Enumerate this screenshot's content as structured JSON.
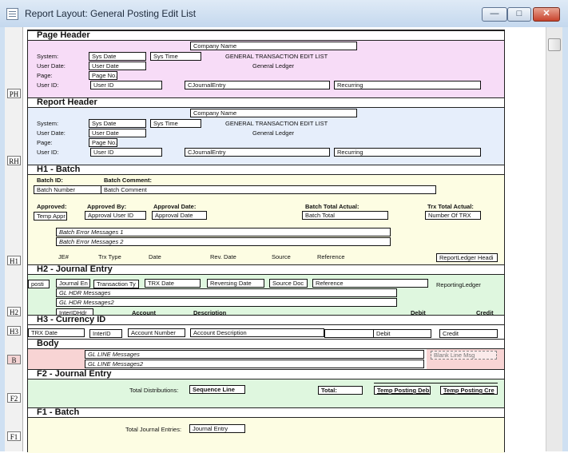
{
  "window": {
    "title": "Report Layout: General Posting Edit List",
    "min_icon": "minimize-icon",
    "max_icon": "maximize-icon",
    "close_icon": "close-icon"
  },
  "band_tags": [
    "PH",
    "RH",
    "H1",
    "H2",
    "H3",
    "B",
    "F2",
    "F1"
  ],
  "page_header": {
    "title": "Page Header",
    "labels": [
      "System:",
      "User Date:",
      "Page:",
      "User ID:"
    ],
    "fields": {
      "company_name": "Company Name",
      "sys_date": "Sys Date",
      "sys_time": "Sys Time",
      "user_date": "User Date",
      "page_no": "Page No.",
      "user_id": "User ID",
      "journal_entry": "CJournalEntry",
      "recurring": "Recurring"
    },
    "report_title": "GENERAL TRANSACTION EDIT LIST",
    "ledger": "General Ledger"
  },
  "report_header": {
    "title": "Report Header",
    "labels": [
      "System:",
      "User Date:",
      "Page:",
      "User ID:"
    ],
    "fields": {
      "company_name": "Company Name",
      "sys_date": "Sys Date",
      "sys_time": "Sys Time",
      "user_date": "User Date",
      "page_no": "Page No.",
      "user_id": "User ID",
      "journal_entry": "CJournalEntry",
      "recurring": "Recurring"
    },
    "report_title": "GENERAL TRANSACTION EDIT LIST",
    "ledger": "General Ledger"
  },
  "h1": {
    "title": "H1 - Batch",
    "batch_id_label": "Batch ID:",
    "batch_comment_label": "Batch Comment:",
    "batch_number": "Batch Number",
    "batch_comment": "Batch Comment",
    "approved_label": "Approved:",
    "approved_by_label": "Approved By:",
    "approval_date_label": "Approval Date:",
    "batch_total_label": "Batch Total Actual:",
    "trx_total_label": "Trx Total Actual:",
    "temp_appr": "Temp Appr",
    "approval_user_id": "Approval User ID",
    "approval_date": "Approval Date",
    "batch_total": "Batch Total",
    "number_of_trx": "Number Of TRX",
    "error1": "Batch Error Messages 1",
    "error2": "Batch Error Messages 2",
    "cols": [
      "JE#",
      "Trx Type",
      "Date",
      "Rev. Date",
      "Source",
      "Reference"
    ],
    "report_ledger": "ReportLedger Headi"
  },
  "h2": {
    "title": "H2 - Journal Entry",
    "posting": "posti",
    "journal_entry": "Journal En",
    "transaction_type": "Transaction Ty",
    "trx_date": "TRX Date",
    "reversing_date": "Reversing Date",
    "source_doc": "Source Doc",
    "reference": "Reference",
    "reporting_ledger": "ReportingLedger",
    "msg1": "GL HDR Messages",
    "msg2": "GL HDR Messages2",
    "interid": "InterIDHdr",
    "cols": [
      "Account",
      "Description",
      "Debit",
      "Credit"
    ]
  },
  "h3": {
    "title": "H3 - Currency ID",
    "trx_date": "TRX Date",
    "interid": "InterID",
    "account_number": "Account Number",
    "account_description": "Account Description",
    "debit": "Debit",
    "credit": "Credit"
  },
  "body": {
    "title": "Body",
    "line1": "GL LINE Messages",
    "line2": "GL LINE Messages2",
    "blank_line": "Blank Line Msg"
  },
  "f2": {
    "title": "F2 - Journal Entry",
    "total_dist_label": "Total Distributions:",
    "sequence_line": "Sequence Line",
    "total_label": "Total:",
    "temp_posting_deb": "Temp Posting Deb",
    "temp_posting_cre": "Temp Posting Cre"
  },
  "f1": {
    "title": "F1 - Batch",
    "total_je_label": "Total Journal Entries:",
    "journal_entry": "Journal Entry"
  },
  "colors": {
    "page_header_bg": "#f7dcf7",
    "report_header_bg": "#e6eefb",
    "h1_bg": "#fdfde3",
    "h2_bg": "#dff7df",
    "h3_bg": "#ffffff",
    "body_bg": "#f8d4d4",
    "f2_bg": "#dff7df",
    "f1_bg": "#fdfde3"
  }
}
